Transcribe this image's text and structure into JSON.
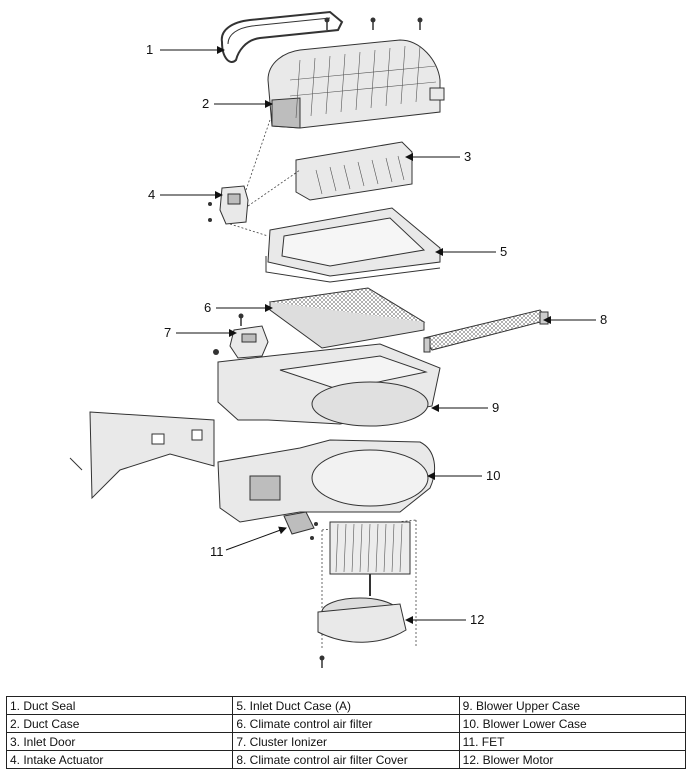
{
  "callouts": [
    "1",
    "2",
    "3",
    "4",
    "5",
    "6",
    "7",
    "8",
    "9",
    "10",
    "11",
    "12"
  ],
  "legend": [
    [
      "1. Duct Seal",
      "5. Inlet Duct Case (A)",
      "9. Blower Upper Case"
    ],
    [
      "2. Duct Case",
      "6. Climate control air filter",
      "10. Blower Lower Case"
    ],
    [
      "3. Inlet Door",
      "7. Cluster Ionizer",
      "11. FET"
    ],
    [
      "4. Intake Actuator",
      "8. Climate control air filter Cover",
      "12. Blower Motor"
    ]
  ]
}
